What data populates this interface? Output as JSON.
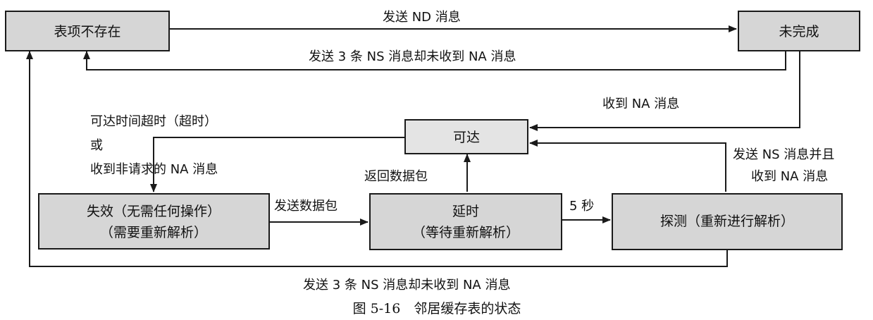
{
  "states": {
    "nonexistent": "表项不存在",
    "incomplete": "未完成",
    "reachable": "可达",
    "stale_line1": "失效（无需任何操作）",
    "stale_line2": "（需要重新解析）",
    "delay_line1": "延时",
    "delay_line2": "（等待重新解析）",
    "probe": "探测（重新进行解析）"
  },
  "transitions": {
    "send_nd": "发送 ND 消息",
    "incomplete_fail": "发送 3 条 NS 消息却未收到 NA 消息",
    "receive_na": "收到 NA 消息",
    "timeout_line1": "可达时间超时（超时）",
    "timeout_line2": "或",
    "timeout_line3": "收到非请求的 NA 消息",
    "send_packet_stale": "发送数据包",
    "return_packet": "返回数据包",
    "five_seconds": "5 秒",
    "probe_success_line1": "发送 NS 消息并且",
    "probe_success_line2": "收到 NA 消息",
    "probe_fail": "发送 3 条 NS 消息却未收到 NA 消息"
  },
  "caption": "图 5-16　邻居缓存表的状态"
}
